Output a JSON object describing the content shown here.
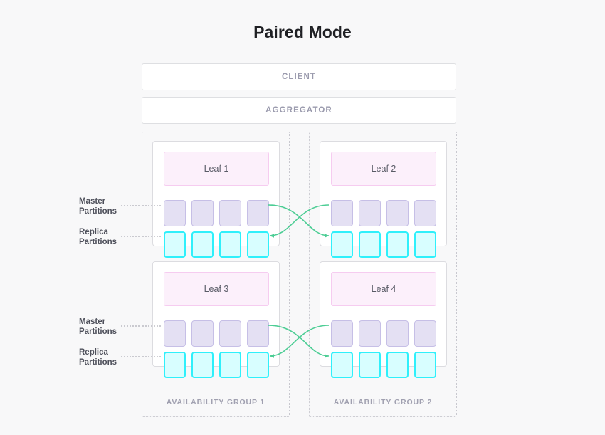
{
  "diagram": {
    "title": "Paired Mode",
    "background_color": "#f8f8f9"
  },
  "stack": {
    "client_label": "CLIENT",
    "aggregator_label": "AGGREGATOR"
  },
  "groups": [
    {
      "id": "group-1",
      "label": "AVAILABILITY GROUP 1",
      "leaves": [
        {
          "name": "Leaf 1",
          "master_label": "Master\nPartitions",
          "replica_label": "Replica\nPartitions",
          "master_count": 4,
          "replica_count": 4
        },
        {
          "name": "Leaf 3",
          "master_label": "Master\nPartitions",
          "replica_label": "Replica\nPartitions",
          "master_count": 4,
          "replica_count": 4
        }
      ]
    },
    {
      "id": "group-2",
      "label": "AVAILABILITY GROUP 2",
      "leaves": [
        {
          "name": "Leaf 2",
          "master_count": 4,
          "replica_count": 4
        },
        {
          "name": "Leaf 4",
          "master_count": 4,
          "replica_count": 4
        }
      ]
    }
  ],
  "labels": {
    "master_line1": "Master",
    "master_line2": "Partitions",
    "replica_line1": "Replica",
    "replica_line2": "Partitions"
  },
  "colors": {
    "master_fill": "#e4e0f3",
    "master_border": "#c6bfe6",
    "replica_fill": "#d8feff",
    "replica_border": "#2ff0fb",
    "leaf_fill": "#fcf0fb",
    "leaf_border": "#f6ccf0",
    "replication_arrow": "#4ccd94",
    "group_border": "#c8c8cf",
    "card_border": "#dcdce0",
    "muted_text": "#9a9aad",
    "title_text": "#1f2024"
  }
}
